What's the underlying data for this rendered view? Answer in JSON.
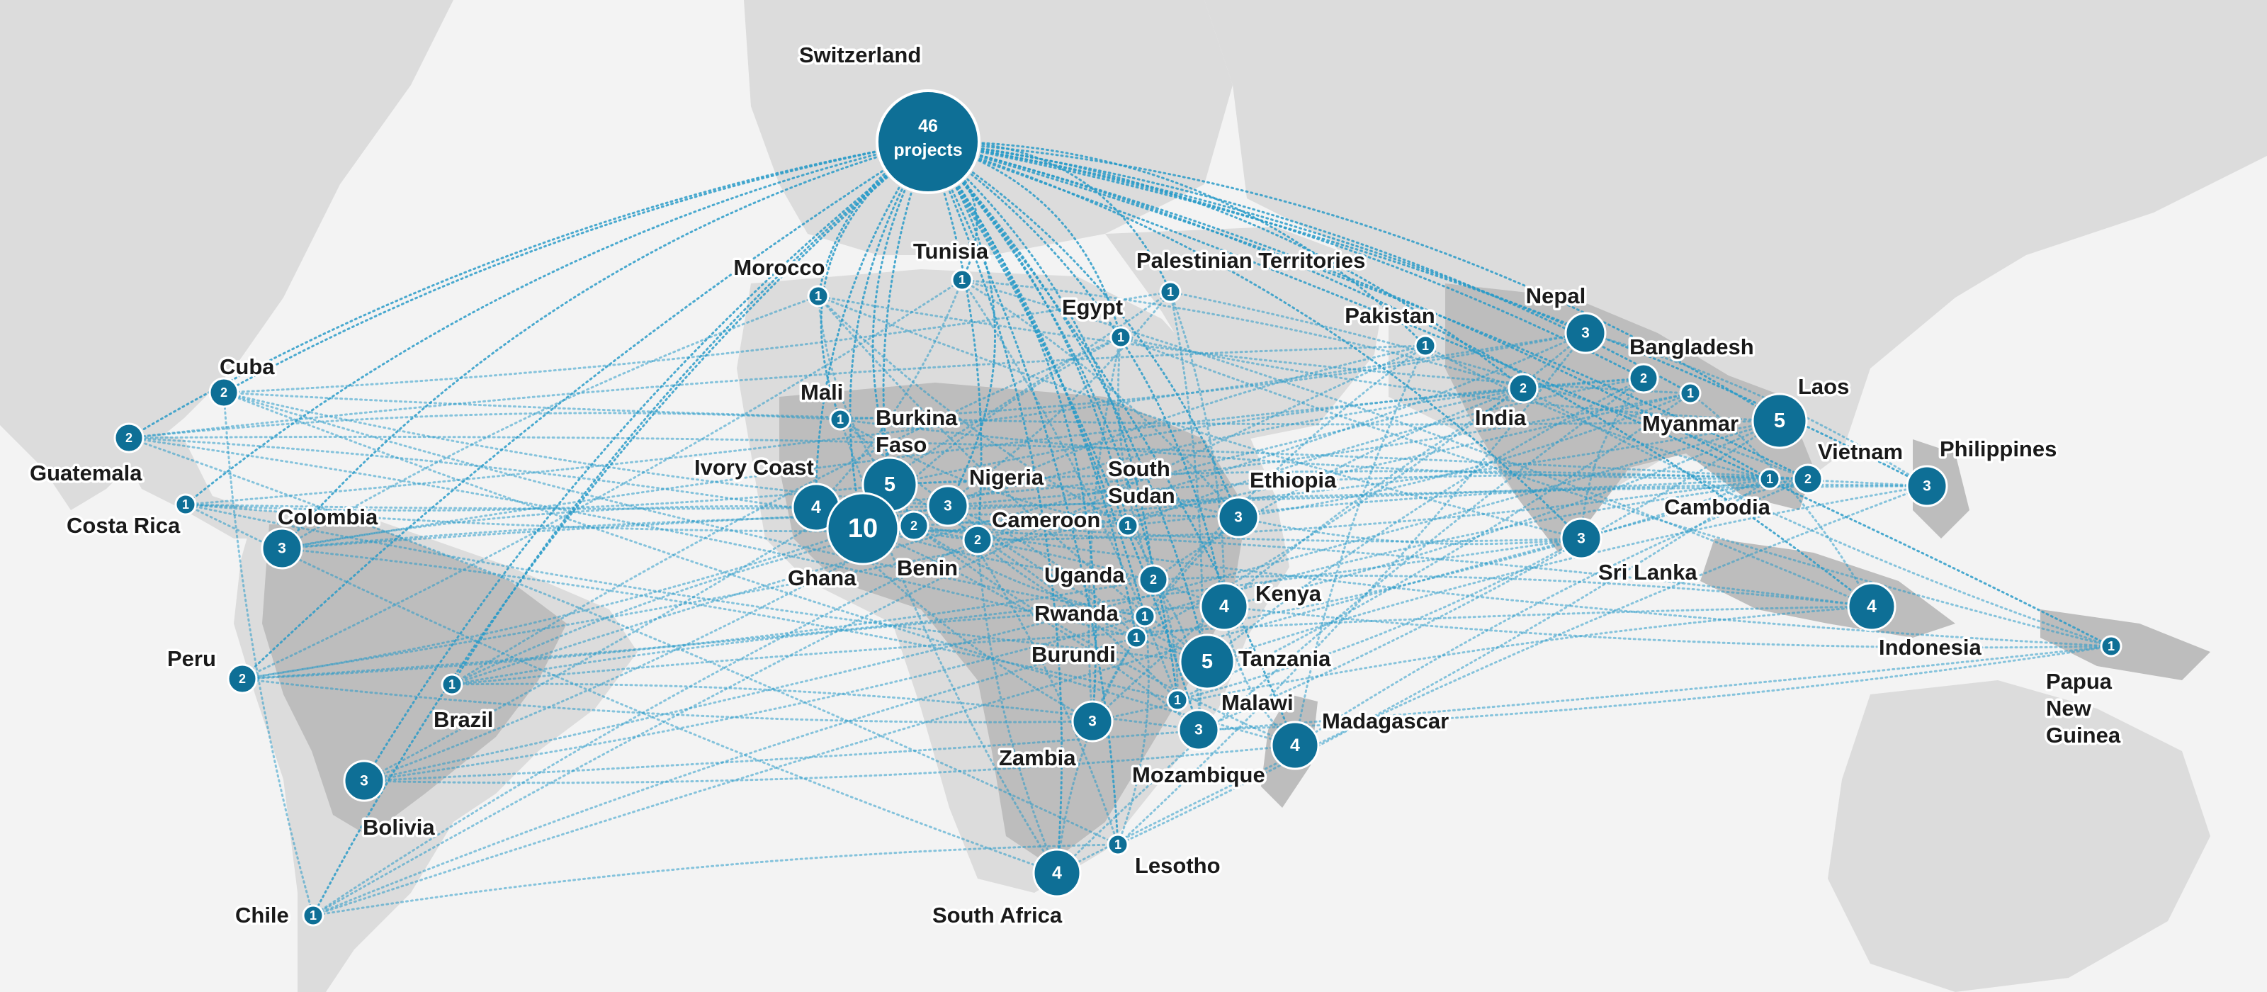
{
  "colors": {
    "ocean": "#f3f3f3",
    "land": "#dcdcdc",
    "land_highlight": "#bdbdbd",
    "route": "#2a9bc8",
    "marker": "#0e6f96",
    "marker_text": "#ffffff",
    "label": "#1a1a1a"
  },
  "hub": {
    "name": "Switzerland",
    "count": "46",
    "unit": "projects"
  },
  "countries": [
    {
      "name": "Morocco",
      "count": "1"
    },
    {
      "name": "Tunisia",
      "count": "1"
    },
    {
      "name": "Egypt",
      "count": "1"
    },
    {
      "name": "Palestinian Territories",
      "count": "1"
    },
    {
      "name": "Pakistan",
      "count": "1"
    },
    {
      "name": "Nepal",
      "count": "3"
    },
    {
      "name": "Bangladesh",
      "count": "2"
    },
    {
      "name": "Myanmar",
      "count": "1"
    },
    {
      "name": "India",
      "count": "2"
    },
    {
      "name": "Laos",
      "count": "5"
    },
    {
      "name": "Vietnam",
      "count": "2"
    },
    {
      "name": "Cambodia",
      "count": "1"
    },
    {
      "name": "Philippines",
      "count": "3"
    },
    {
      "name": "Sri Lanka",
      "count": "3"
    },
    {
      "name": "Indonesia",
      "count": "4"
    },
    {
      "name": "Papua New Guinea",
      "count": "1"
    },
    {
      "name": "Cuba",
      "count": "2"
    },
    {
      "name": "Guatemala",
      "count": "2"
    },
    {
      "name": "Costa Rica",
      "count": "1"
    },
    {
      "name": "Colombia",
      "count": "3"
    },
    {
      "name": "Peru",
      "count": "2"
    },
    {
      "name": "Brazil",
      "count": "1"
    },
    {
      "name": "Bolivia",
      "count": "3"
    },
    {
      "name": "Chile",
      "count": "1"
    },
    {
      "name": "Mali",
      "count": "1"
    },
    {
      "name": "Burkina Faso",
      "count": "5"
    },
    {
      "name": "Ivory Coast",
      "count": "4"
    },
    {
      "name": "Ghana",
      "count": "10"
    },
    {
      "name": "Benin",
      "count": "2"
    },
    {
      "name": "Nigeria",
      "count": "3"
    },
    {
      "name": "Cameroon",
      "count": "2"
    },
    {
      "name": "South Sudan",
      "count": "1"
    },
    {
      "name": "Ethiopia",
      "count": "3"
    },
    {
      "name": "Uganda",
      "count": "2"
    },
    {
      "name": "Kenya",
      "count": "4"
    },
    {
      "name": "Rwanda",
      "count": "1"
    },
    {
      "name": "Burundi",
      "count": "1"
    },
    {
      "name": "Tanzania",
      "count": "5"
    },
    {
      "name": "Malawi",
      "count": "1"
    },
    {
      "name": "Zambia",
      "count": "3"
    },
    {
      "name": "Mozambique",
      "count": "3"
    },
    {
      "name": "Madagascar",
      "count": "4"
    },
    {
      "name": "Lesotho",
      "count": "1"
    },
    {
      "name": "South Africa",
      "count": "4"
    }
  ]
}
